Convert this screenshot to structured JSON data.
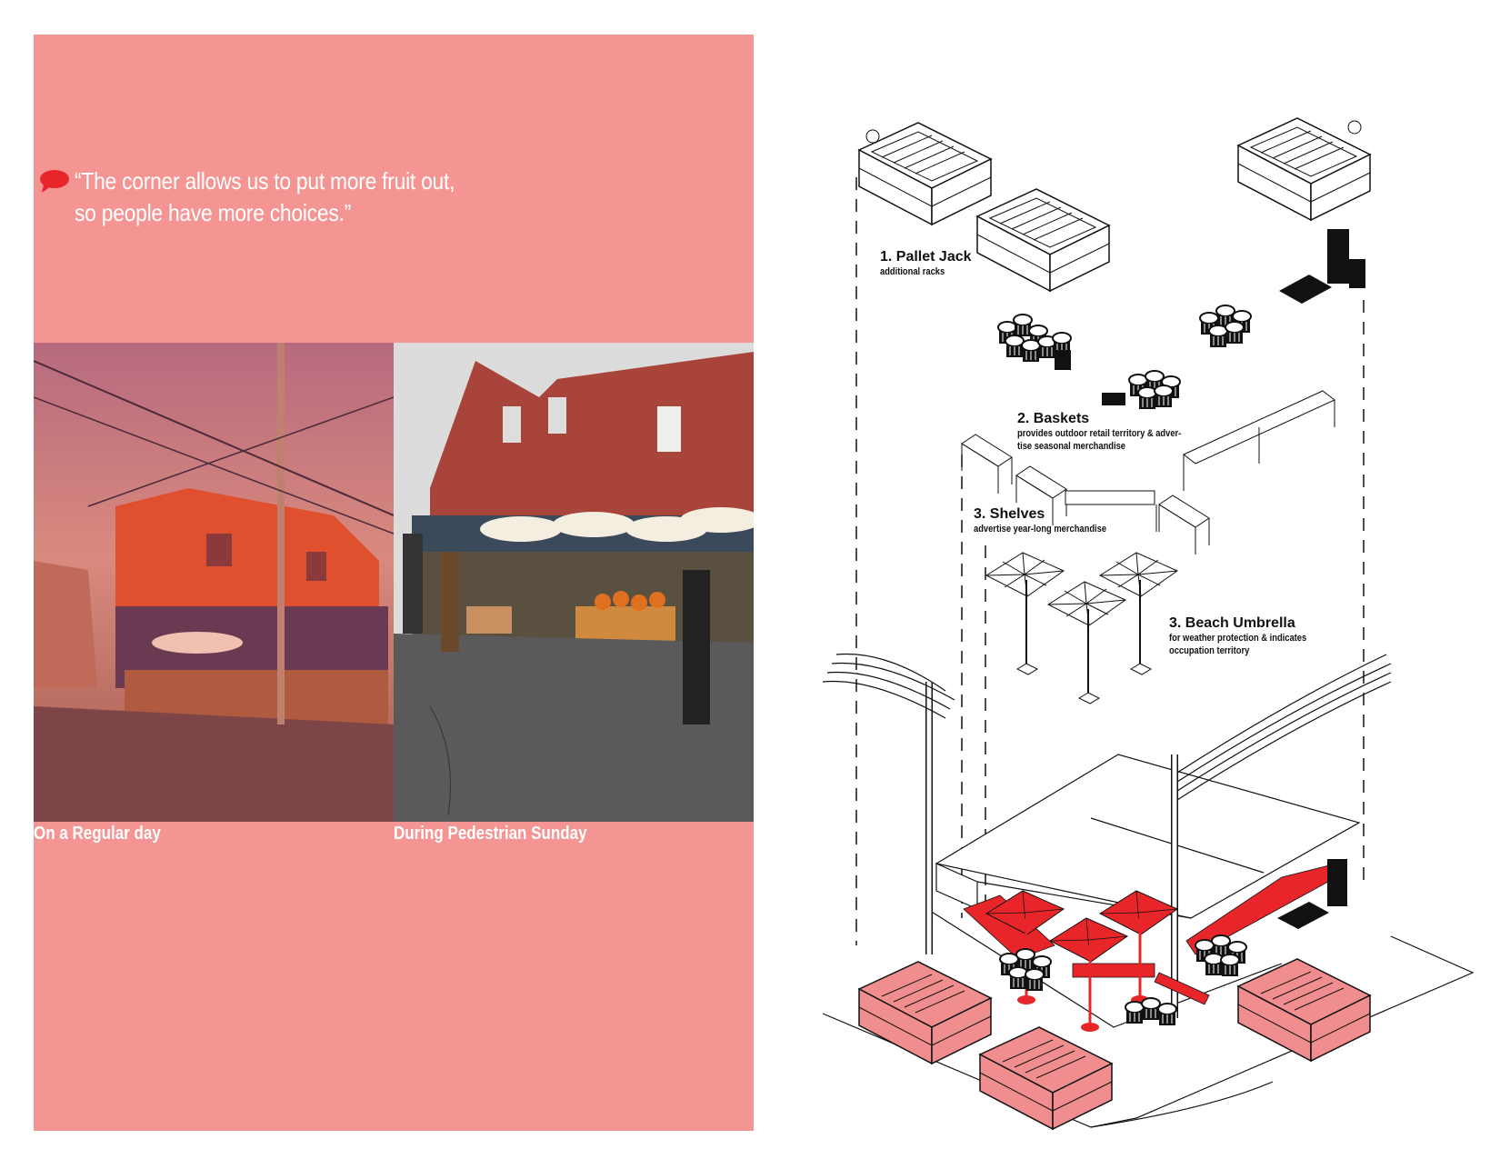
{
  "quote": {
    "line1": "“The corner allows us to put more fruit out,",
    "line2": "so people have more choices.”",
    "icon": "speech-bubble-icon"
  },
  "photos": [
    {
      "caption": "On a Regular day"
    },
    {
      "caption": "During Pedestrian Sunday"
    }
  ],
  "diagram": {
    "items": [
      {
        "title": "1. Pallet Jack",
        "desc": [
          "additional racks"
        ]
      },
      {
        "title": "2. Baskets",
        "desc": [
          "provides outdoor retail territory & adver-",
          "tise seasonal merchandise"
        ]
      },
      {
        "title": "3. Shelves",
        "desc": [
          "advertise year-long merchandise"
        ]
      },
      {
        "title": "3. Beach Umbrella",
        "desc": [
          "for weather protection & indicates",
          "occupation territory"
        ]
      }
    ]
  },
  "colors": {
    "panel": "#f59593",
    "accent_red": "#e8262a",
    "crate_pink": "#f08d8f"
  }
}
